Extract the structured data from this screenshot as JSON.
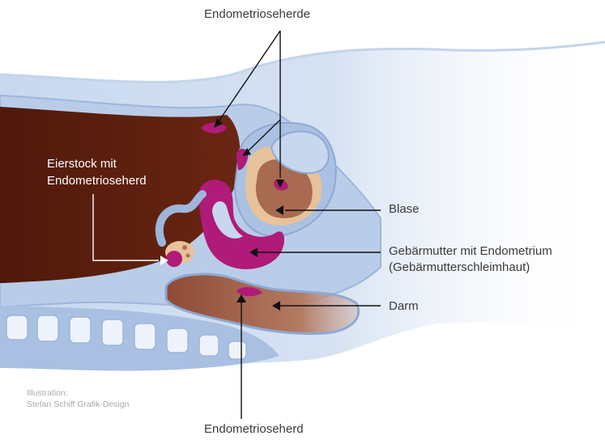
{
  "labels": {
    "endometrioseherde": "Endometrioseherde",
    "eierstock_line1": "Eierstock mit",
    "eierstock_line2": "Endometrioseherd",
    "blase": "Blase",
    "gebaermutter_line1": "Gebärmutter mit Endometrium",
    "gebaermutter_line2": "(Gebärmutterschleimhaut)",
    "darm": "Darm",
    "endometrioseherd_bottom": "Endometrioseherd"
  },
  "credit": {
    "line1": "Illustration:",
    "line2": "Stefan Schiff Grafik-Design"
  },
  "colors": {
    "body_blue": "#cddcf0",
    "body_outline": "#9db6da",
    "cavity_brown": "#5a1d0c",
    "organ_pink": "#b01a78",
    "organ_tissue": "#e7b98d",
    "bowel_brown": "#a5614a",
    "bladder_brown": "#a5664e",
    "spine_white": "#eef3fb",
    "label_text": "#3a3a3a",
    "credit_text": "#a9a9a9"
  }
}
